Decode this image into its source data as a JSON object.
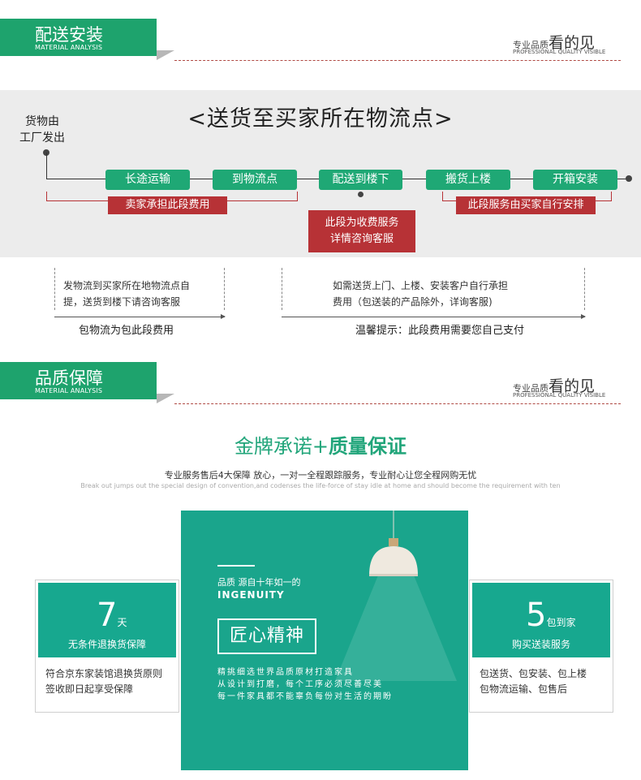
{
  "section1": {
    "title": "配送安装",
    "subtitle": "MATERIAL ANALYSIS",
    "right_small": "专业品质",
    "right_big": "看的见",
    "right_en": "PROFESSIONAL QUALITY VISIBLE"
  },
  "flow": {
    "title": "<送货至买家所在物流点>",
    "start_line1": "货物由",
    "start_line2": "工厂发出",
    "steps": [
      "长途运输",
      "到物流点",
      "配送到楼下",
      "搬货上楼",
      "开箱安装"
    ],
    "seller_fee": "卖家承担此段费用",
    "charged_line1": "此段为收费服务",
    "charged_line2": "详情咨询客服",
    "buyer_arrange": "此段服务由买家自行安排"
  },
  "notes": {
    "left_line1": "发物流到买家所在地物流点自",
    "left_line2": "提，送货到楼下请咨询客服",
    "left_caption": "包物流为包此段费用",
    "right_line1": "如需送货上门、上楼、安装客户自行承担",
    "right_line2": "费用（包送装的产品除外，详询客服)",
    "right_caption": "温馨提示：此段费用需要您自己支付"
  },
  "section2": {
    "title": "品质保障",
    "subtitle": "MATERIAL ANALYSIS",
    "right_small": "专业品质",
    "right_big": "看的见",
    "right_en": "PROFESSIONAL QUALITY VISIBLE"
  },
  "quality": {
    "title_a": "金牌承诺+",
    "title_b": "质量保证",
    "sub": "专业服务售后4大保障 放心，一对一全程跟踪服务，专业耐心让您全程网购无忧",
    "en": "Break out jumps out the special design of convention,and codenses the life-force of stay idle at home and should become the requirement with ten"
  },
  "card_left": {
    "num": "7",
    "unit": "天",
    "caption": "无条件退换货保障",
    "line1": "符合京东家装馆退换货原则",
    "line2": "签收即日起享受保障"
  },
  "card_right": {
    "num": "5",
    "unit": "包到家",
    "caption": "购买送装服务",
    "line1": "包送货、包安装、包上楼",
    "line2": "包物流运输、包售后"
  },
  "center": {
    "l1": "品质 源自十年如一的",
    "l2": "INGENUITY",
    "box": "匠心精神",
    "p1": "精挑细选世界品质原材打造家具",
    "p2": "从设计到打磨，每个工序必须尽善尽美",
    "p3": "每一件家具都不能辜负每份对生活的期盼"
  },
  "colors": {
    "green": "#1ea36d",
    "teal": "#1aa58c",
    "red": "#b73236"
  }
}
